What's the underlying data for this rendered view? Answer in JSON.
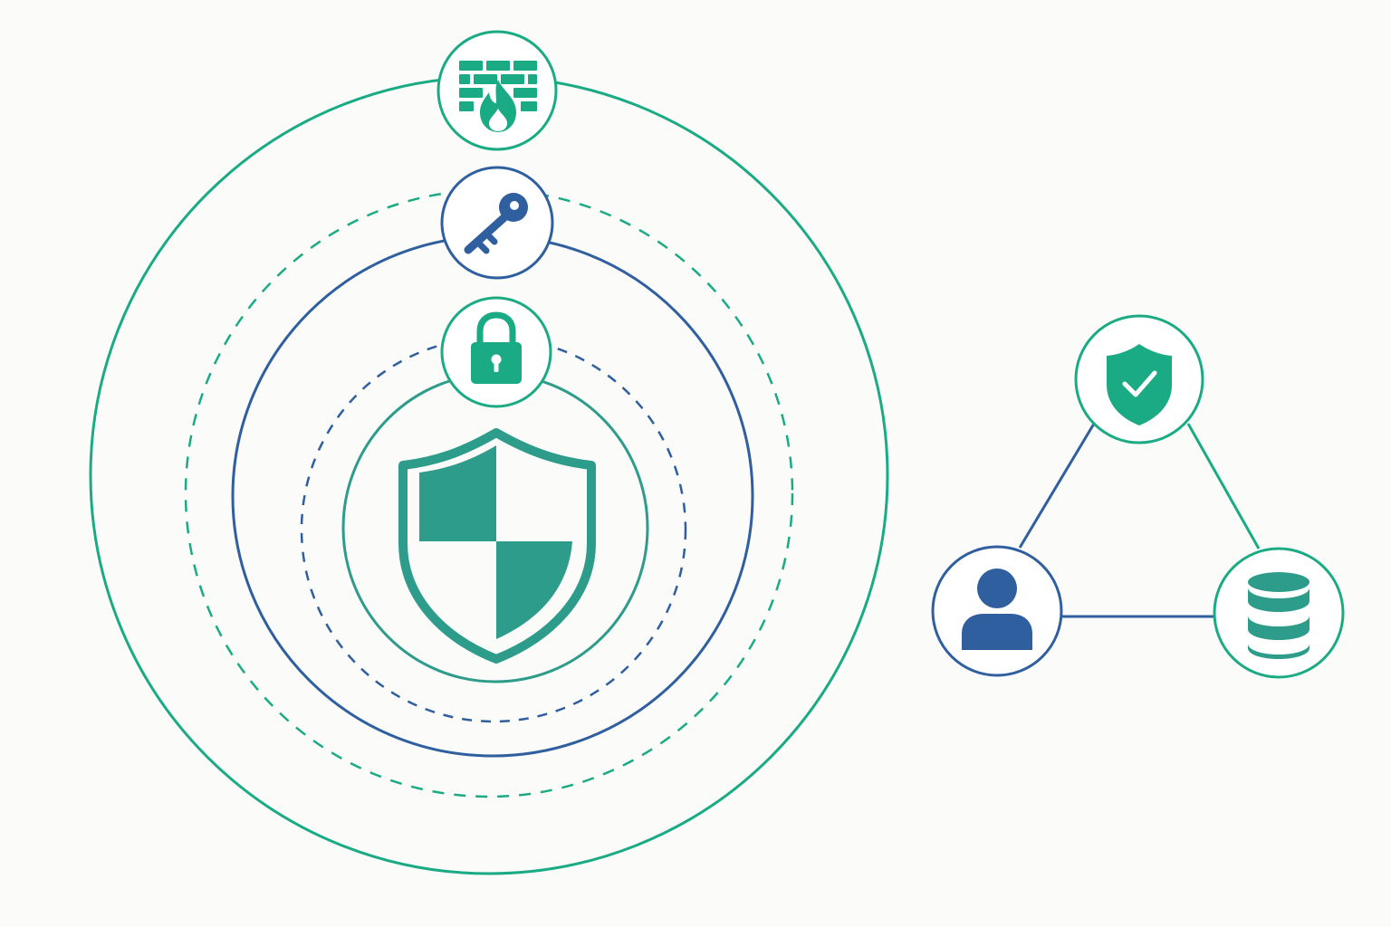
{
  "colors": {
    "background": "#fbfbf9",
    "green": "#1aab84",
    "teal": "#2e9c8a",
    "blue": "#2f5f9e",
    "node_fill": "#ffffff"
  },
  "defense_in_depth": {
    "rings": [
      {
        "name": "outer-ring",
        "style": "solid",
        "color": "green"
      },
      {
        "name": "outer-dashed-ring",
        "style": "dashed",
        "color": "green"
      },
      {
        "name": "middle-ring",
        "style": "solid",
        "color": "blue"
      },
      {
        "name": "inner-dashed-ring",
        "style": "dashed",
        "color": "blue"
      },
      {
        "name": "inner-ring",
        "style": "solid",
        "color": "teal"
      }
    ],
    "layer_icons": [
      {
        "name": "firewall-icon",
        "color": "green"
      },
      {
        "name": "key-icon",
        "color": "blue"
      },
      {
        "name": "padlock-icon",
        "color": "green"
      }
    ],
    "core_icon": {
      "name": "shield-icon",
      "color": "teal"
    }
  },
  "trust_triangle": {
    "nodes": [
      {
        "name": "shield-check-icon",
        "color": "green"
      },
      {
        "name": "user-icon",
        "color": "blue"
      },
      {
        "name": "database-icon",
        "color": "green"
      }
    ],
    "edges": [
      {
        "from": "shield-check-icon",
        "to": "user-icon",
        "color": "blue"
      },
      {
        "from": "shield-check-icon",
        "to": "database-icon",
        "color": "green"
      },
      {
        "from": "user-icon",
        "to": "database-icon",
        "color": "blue"
      }
    ]
  }
}
